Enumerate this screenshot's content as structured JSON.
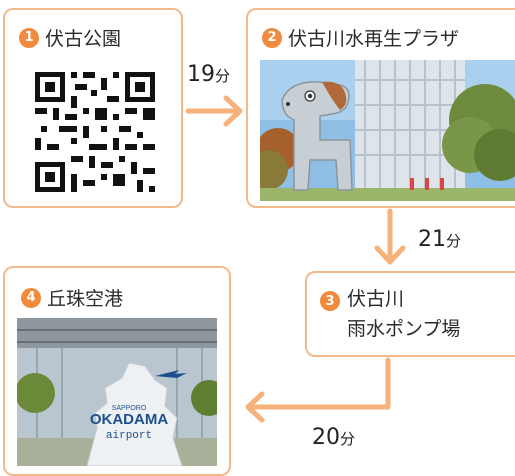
{
  "steps": [
    {
      "num": "1",
      "name": "伏古公園"
    },
    {
      "num": "2",
      "name": "伏古川水再生プラザ"
    },
    {
      "num": "3",
      "name_line1": "伏古川",
      "name_line2": "雨水ポンプ場"
    },
    {
      "num": "4",
      "name": "丘珠空港"
    }
  ],
  "times": [
    {
      "value": "19",
      "unit": "分"
    },
    {
      "value": "21",
      "unit": "分"
    },
    {
      "value": "20",
      "unit": "分"
    }
  ],
  "sign": {
    "line1": "SAPPORO",
    "line2": "OKADAMA",
    "line3": "airport"
  },
  "colors": {
    "accent": "#f18a3c",
    "border": "#f3b98a",
    "arrow": "#f6b27a"
  }
}
